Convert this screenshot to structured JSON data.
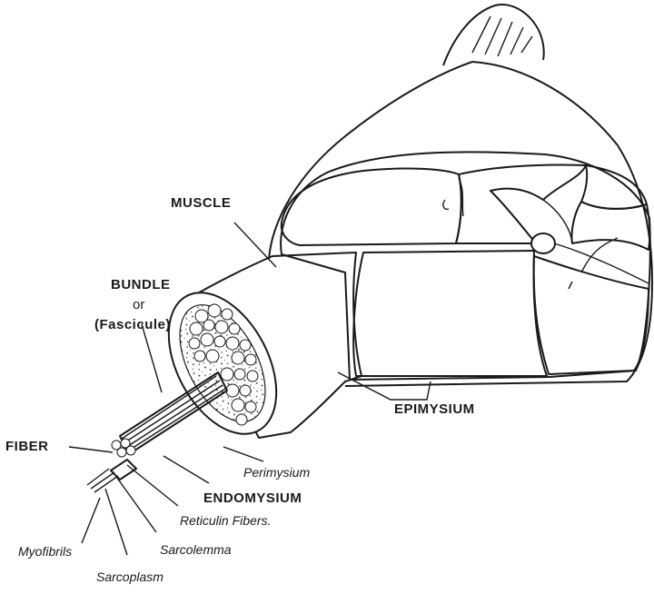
{
  "diagram": {
    "labels": {
      "muscle": "MUSCLE",
      "bundle": "BUNDLE",
      "or": "or",
      "fascicule": "(Fascicule)",
      "fiber": "FIBER",
      "epimysium": "EPIMYSIUM",
      "perimysium": "Perimysium",
      "endomysium": "ENDOMYSIUM",
      "reticulin_fibers": "Reticulin Fibers.",
      "myofibrils": "Myofibrils",
      "sarcolemma": "Sarcolemma",
      "sarcoplasm": "Sarcoplasm"
    },
    "colors": {
      "ink": "#1a1a1a",
      "paper": "#ffffff"
    }
  }
}
